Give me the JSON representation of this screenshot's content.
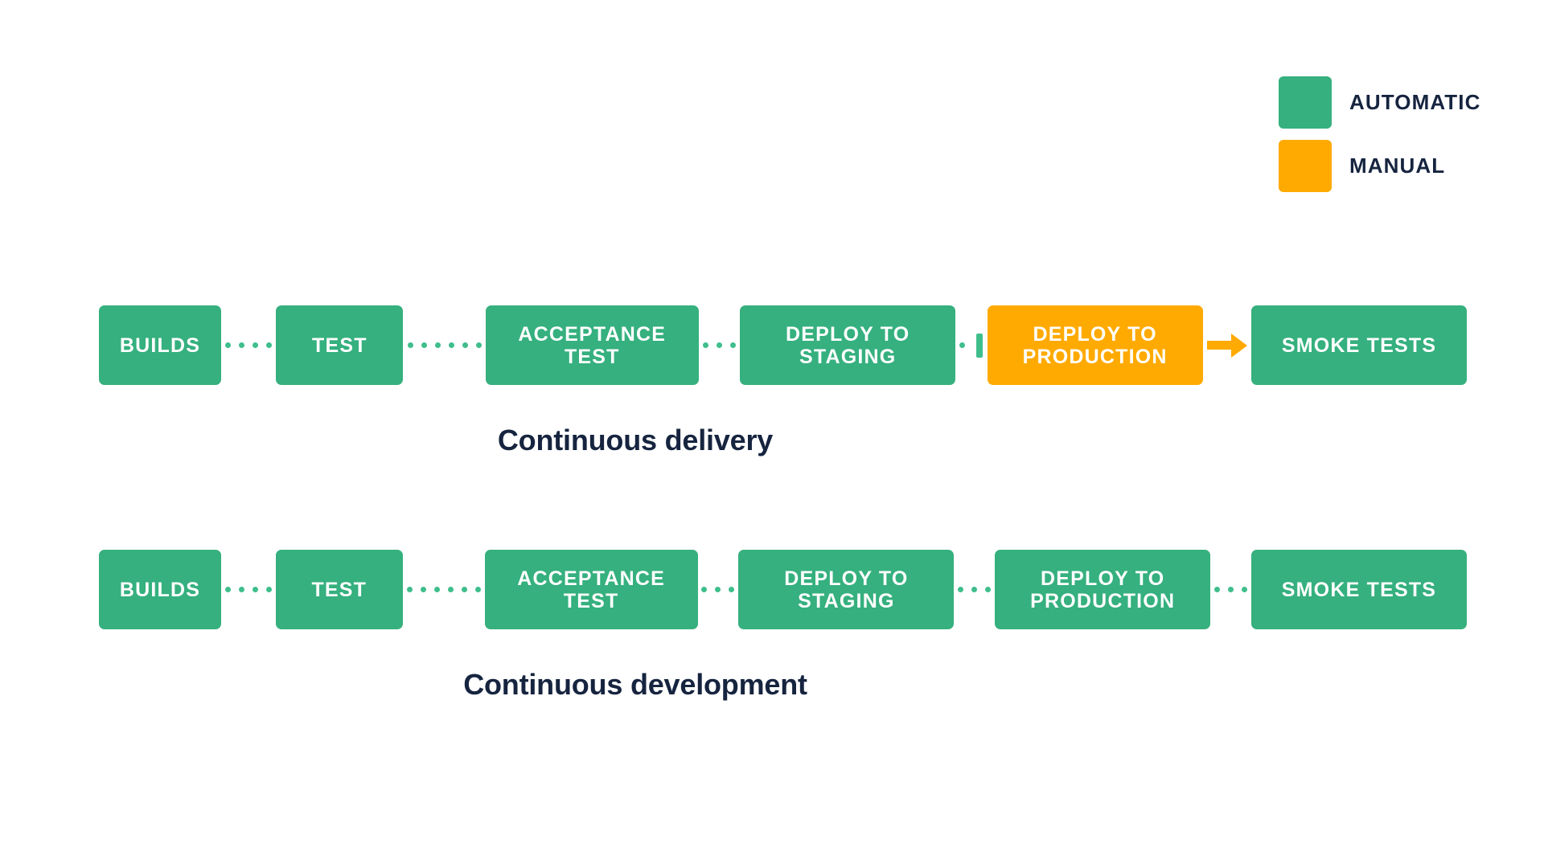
{
  "legend": {
    "items": [
      {
        "label": "AUTOMATIC",
        "swatch": "automatic-swatch",
        "color": "#35b07e"
      },
      {
        "label": "MANUAL",
        "swatch": "manual-swatch",
        "color": "#ffaa00"
      }
    ]
  },
  "colors": {
    "automatic": "#35b07e",
    "manual": "#ffaa00",
    "connector": "#3fbe8c",
    "caption": "#16243f",
    "node_text": "#ffffff",
    "background": "#ffffff"
  },
  "pipelines": [
    {
      "id": "continuous-delivery",
      "caption": "Continuous delivery",
      "stages": [
        {
          "label": "BUILDS",
          "type": "automatic"
        },
        {
          "label": "TEST",
          "type": "automatic"
        },
        {
          "label": "ACCEPTANCE\nTEST",
          "type": "automatic"
        },
        {
          "label": "DEPLOY TO\nSTAGING",
          "type": "automatic"
        },
        {
          "label": "DEPLOY TO\nPRODUCTION",
          "type": "manual"
        },
        {
          "label": "SMOKE TESTS",
          "type": "automatic"
        }
      ],
      "connectors": [
        "dotted",
        "dotted",
        "dotted",
        "dotted-cut",
        "arrow"
      ]
    },
    {
      "id": "continuous-development",
      "caption": "Continuous development",
      "stages": [
        {
          "label": "BUILDS",
          "type": "automatic"
        },
        {
          "label": "TEST",
          "type": "automatic"
        },
        {
          "label": "ACCEPTANCE\nTEST",
          "type": "automatic"
        },
        {
          "label": "DEPLOY TO\nSTAGING",
          "type": "automatic"
        },
        {
          "label": "DEPLOY TO\nPRODUCTION",
          "type": "automatic"
        },
        {
          "label": "SMOKE TESTS",
          "type": "automatic"
        }
      ],
      "connectors": [
        "dotted",
        "dotted",
        "dotted",
        "dotted",
        "dotted"
      ]
    }
  ]
}
